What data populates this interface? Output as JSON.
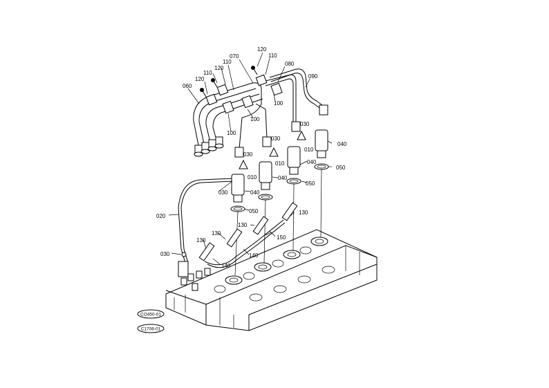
{
  "parts": {
    "p010": "010",
    "p020": "020",
    "p030": "030",
    "p040": "040",
    "p050": "050",
    "p060": "060",
    "p070": "070",
    "p080": "080",
    "p090": "090",
    "p100": "100",
    "p110": "110",
    "p120": "120",
    "p130": "130",
    "p140": "140",
    "p150": "150"
  },
  "stamps": {
    "top": "CO450-01",
    "bottom": "C1706-01"
  }
}
